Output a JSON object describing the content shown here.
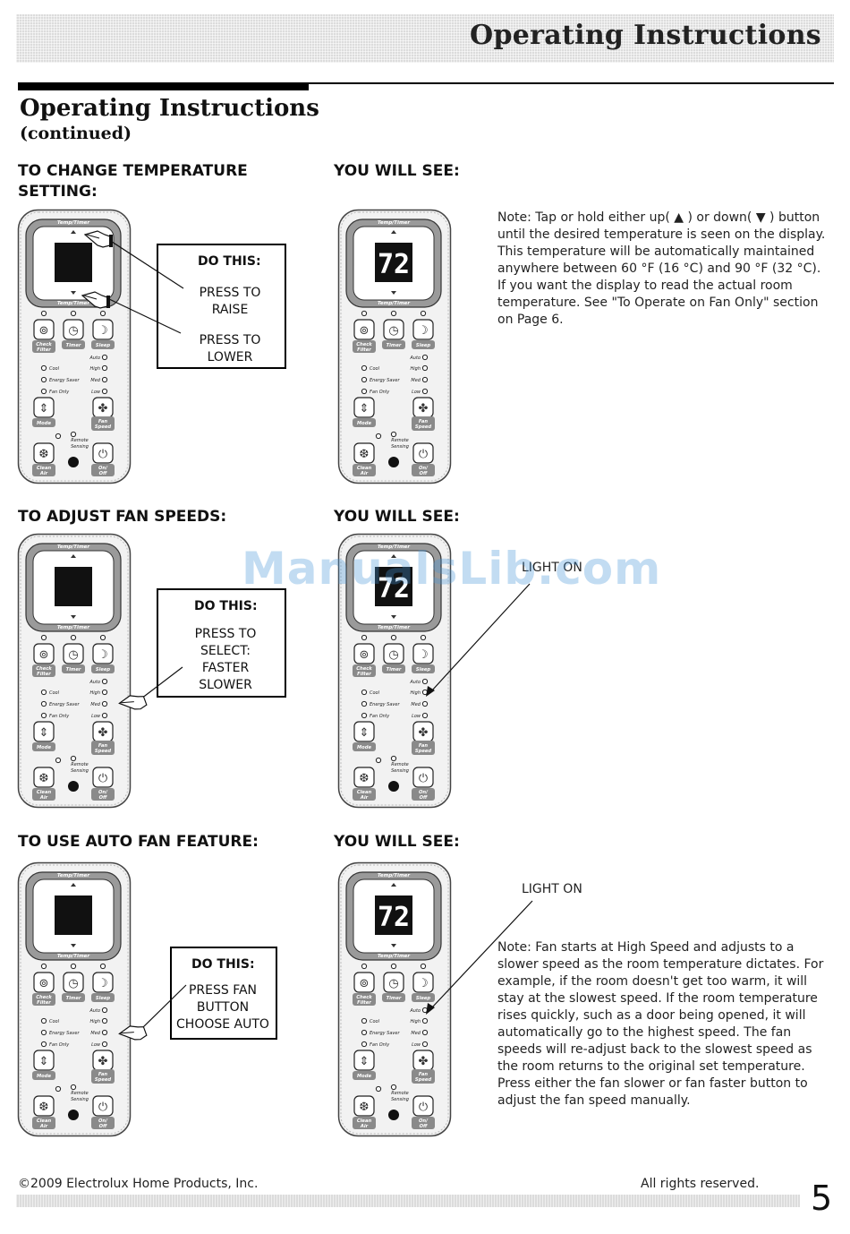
{
  "banner": {
    "title": "Operating Instructions"
  },
  "heading": {
    "title": "Operating Instructions",
    "subtitle": "(continued)"
  },
  "remote": {
    "top_label": "Temp/Timer",
    "mid_label": "Temp/Timer",
    "display_value": "72",
    "buttons": {
      "check_filter": "Check Filter",
      "timer": "Timer",
      "sleep": "Sleep",
      "mode": "Mode",
      "fan_speed": "Fan Speed",
      "clean_air": "Clean Air",
      "on_off": "On/Off",
      "remote_sensing": "Remote Sensing"
    },
    "indicators": {
      "auto": "Auto",
      "cool": "Cool",
      "high": "High",
      "energy_saver": "Energy Saver",
      "med": "Med",
      "fan_only": "Fan Only",
      "low": "Low"
    }
  },
  "sections": [
    {
      "left_heading": "TO CHANGE TEMPERATURE SETTING:",
      "right_heading": "YOU WILL SEE:",
      "do_this": {
        "title": "DO THIS:",
        "lines": [
          "PRESS TO RAISE",
          "PRESS TO LOWER"
        ]
      },
      "note": "Note: Tap or hold either up( ▲ ) or down( ▼ ) button until the desired temperature is seen on the display. This temperature will be automatically maintained anywhere between 60 °F (16 °C) and 90 °F (32 °C). If you want the display to read the actual room temperature. See \"To Operate on Fan Only\" section on Page 6."
    },
    {
      "left_heading": "TO ADJUST FAN SPEEDS:",
      "right_heading": "YOU WILL SEE:",
      "do_this": {
        "title": "DO THIS:",
        "lines": [
          "PRESS TO",
          "SELECT:",
          "FASTER",
          "SLOWER"
        ]
      },
      "light_label": "LIGHT ON"
    },
    {
      "left_heading": "TO USE AUTO FAN FEATURE:",
      "right_heading": "YOU WILL SEE:",
      "do_this": {
        "title": "DO THIS:",
        "lines": [
          "PRESS FAN",
          "BUTTON",
          "CHOOSE AUTO"
        ]
      },
      "light_label": "LIGHT ON",
      "note": "Note: Fan starts at High Speed and adjusts to a slower speed as the room temperature dictates. For example, if the room doesn't get too warm, it will stay at the slowest speed. If the room temperature rises quickly, such as a door being opened, it will automatically go to the highest speed. The fan speeds will re-adjust back to the slowest speed as the room returns to the original set temperature. Press either the fan slower or fan faster button to adjust the fan speed manually."
    }
  ],
  "watermark": "ManualsLib.com",
  "footer": {
    "copyright": "©2009 Electrolux Home Products, Inc.",
    "rights": "All rights reserved.",
    "page": "5"
  }
}
